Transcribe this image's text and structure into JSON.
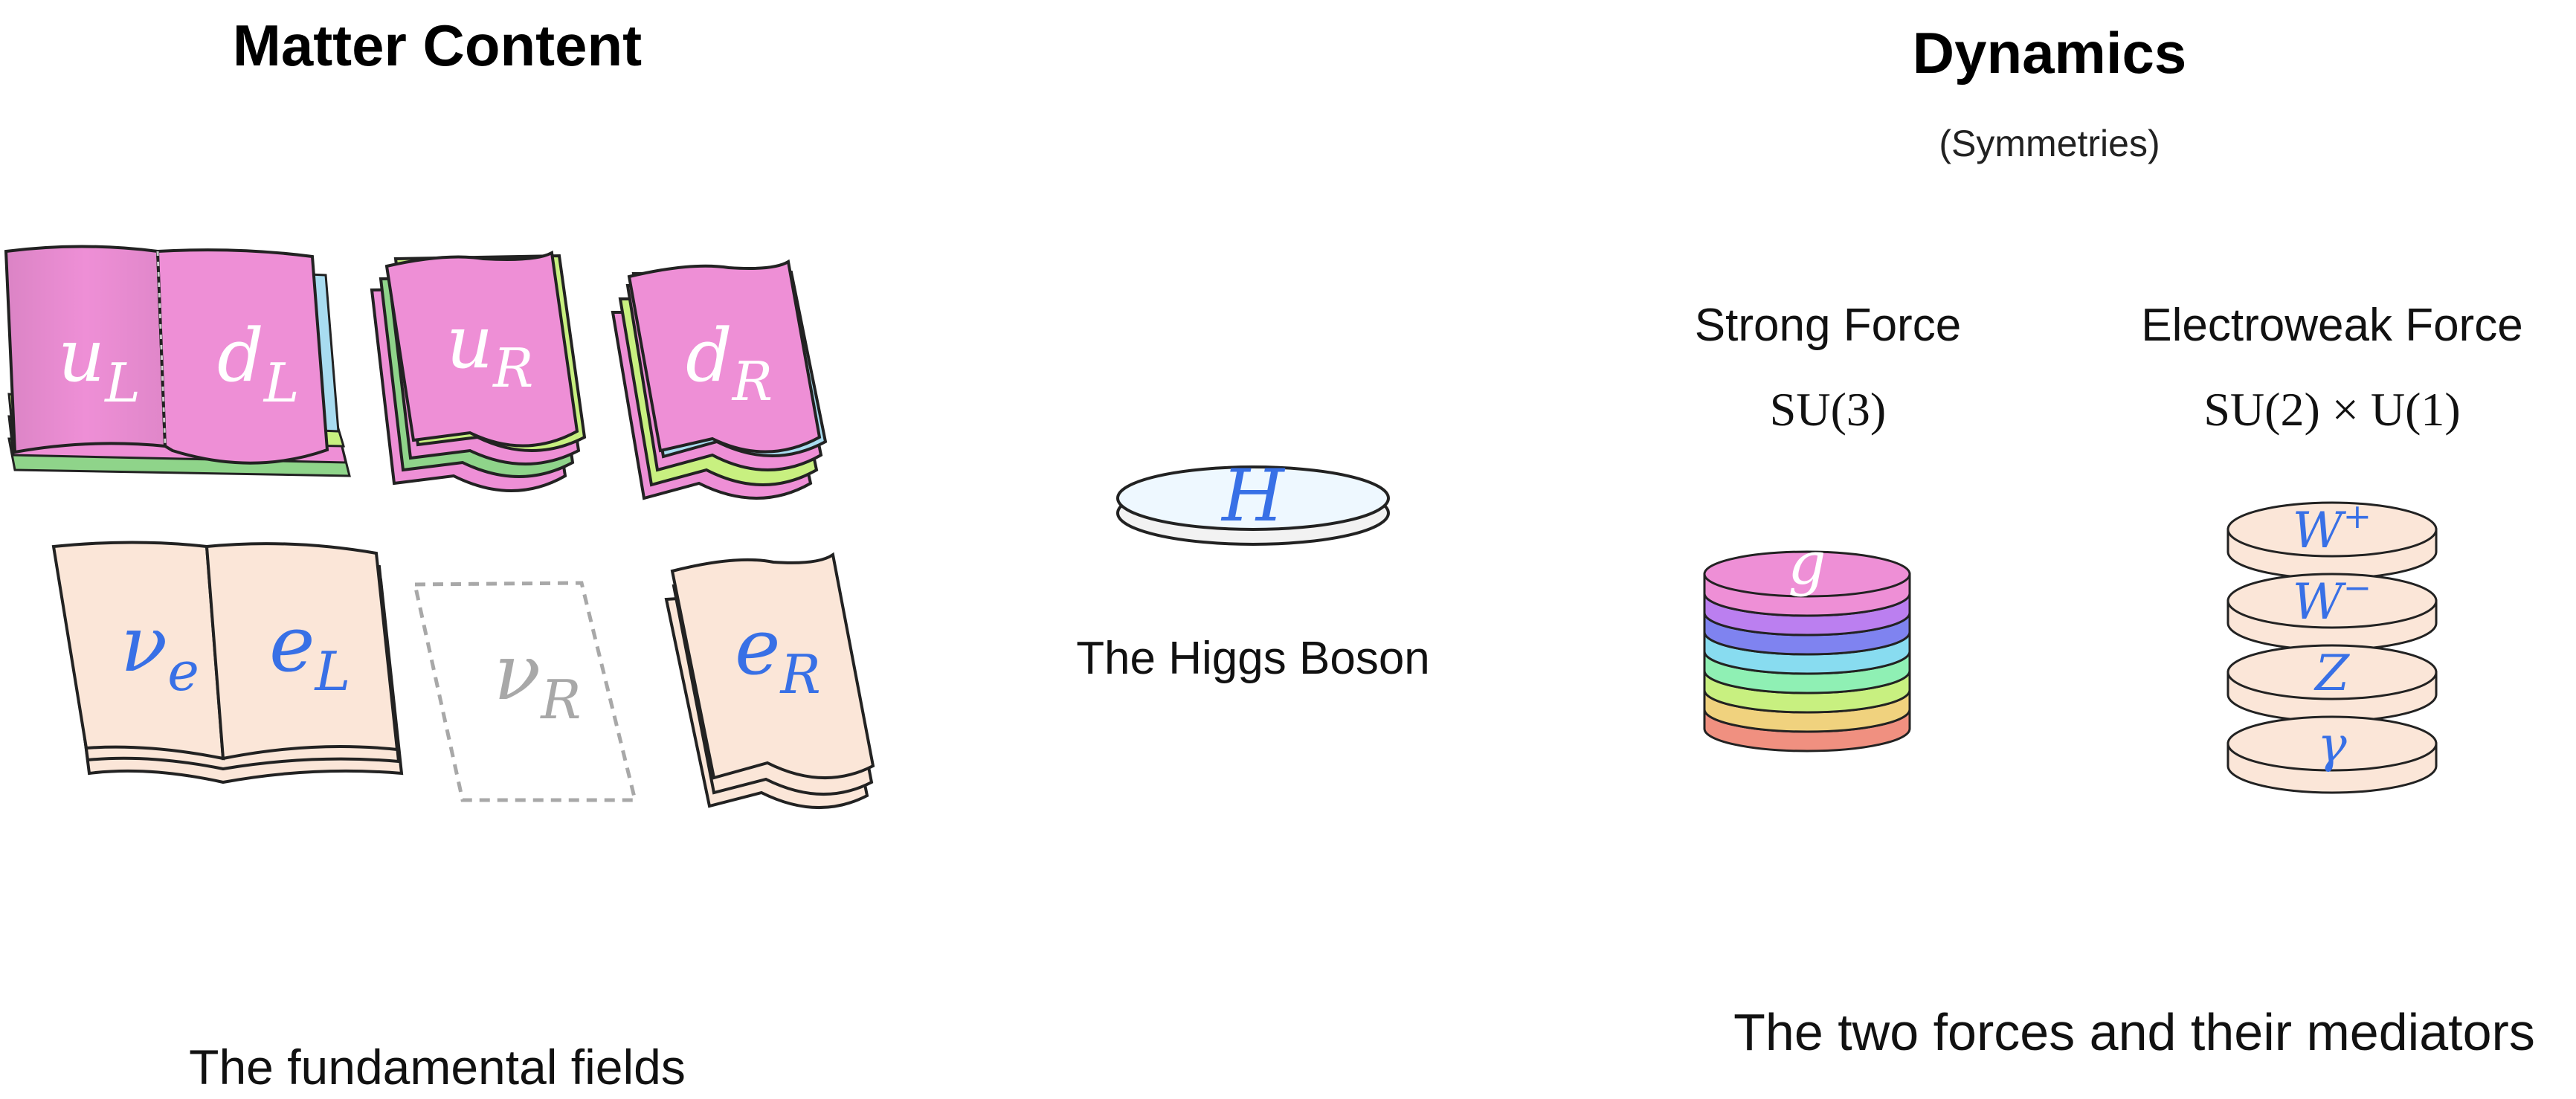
{
  "colors": {
    "quark": "#ee8fd6",
    "lepton": "#fbe6d8",
    "label_blue": "#3870e6",
    "label_white": "#ffffff",
    "label_gray": "#a8a8a8",
    "gluon_layers": [
      "#ee8fd6",
      "#bb7ff0",
      "#7f83f0",
      "#88dcf0",
      "#8ff0b4",
      "#c8f080",
      "#f0d27e",
      "#f09080"
    ],
    "boson_disc": "#fbe6d8",
    "higgs_disc": "#eef8ff"
  },
  "matter": {
    "title": "Matter Content",
    "caption": "The fundamental fields",
    "quark_left_base": [
      "u",
      "d"
    ],
    "quark_left_sub": "L",
    "quark_right_u": "u",
    "quark_right_d": "d",
    "quark_right_sub": "R",
    "lepton_left_base": [
      "ν",
      "e"
    ],
    "lepton_left_sub": [
      "e",
      "L"
    ],
    "nu_right_base": "ν",
    "nu_right_sub": "R",
    "e_right_base": "e",
    "e_right_sub": "R"
  },
  "higgs": {
    "symbol": "H",
    "caption": "The Higgs Boson"
  },
  "dynamics": {
    "title": "Dynamics",
    "subtitle": "(Symmetries)",
    "caption": "The two forces and their mediators",
    "strong": {
      "name": "Strong Force",
      "group": "SU(3)",
      "mediator": "g"
    },
    "electroweak": {
      "name": "Electroweak Force",
      "group": "SU(2) × U(1)",
      "mediators": [
        {
          "base": "W",
          "sup": "+"
        },
        {
          "base": "W",
          "sup": "−"
        },
        {
          "base": "Z",
          "sup": ""
        },
        {
          "base": "γ",
          "sup": ""
        }
      ]
    }
  }
}
